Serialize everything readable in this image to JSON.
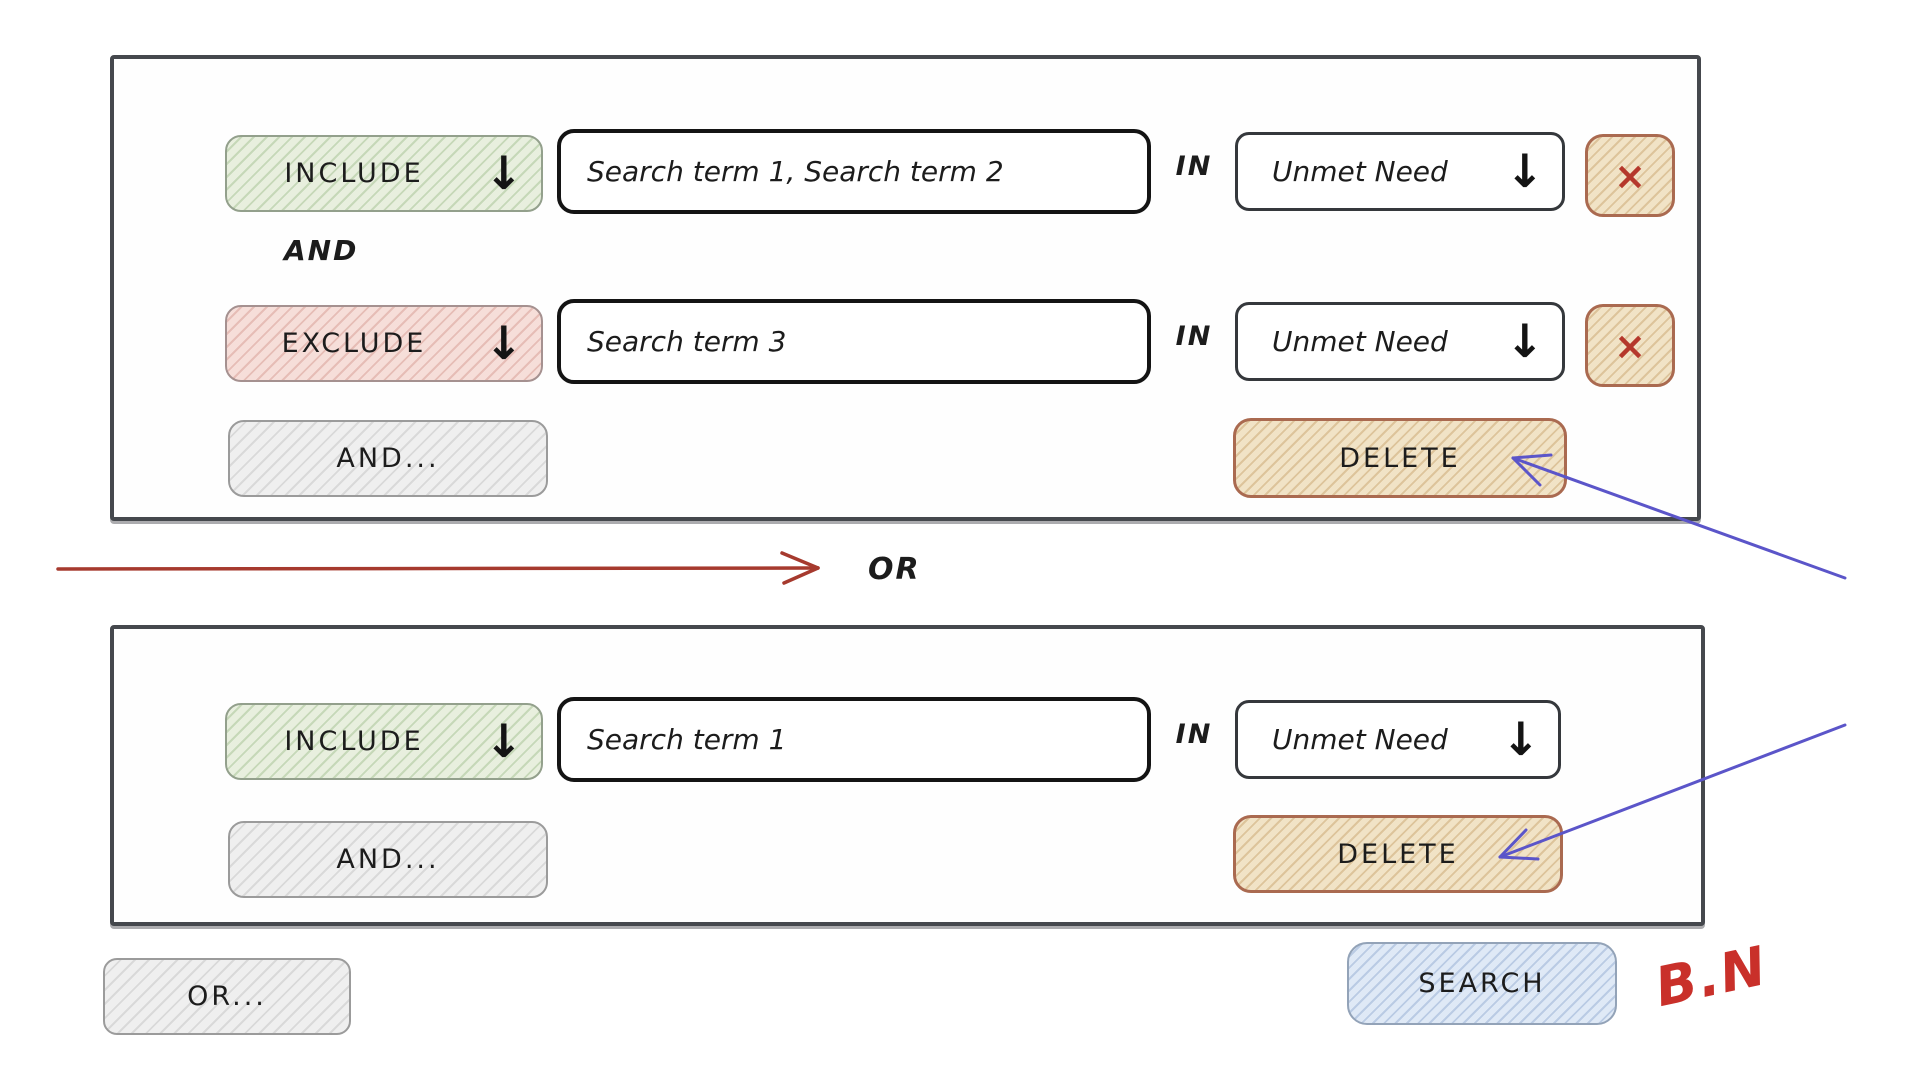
{
  "icons": {
    "dropdown_arrow": "↓",
    "remove": "×"
  },
  "colors": {
    "include_green": "#e8efde",
    "exclude_pink": "#f6ded9",
    "delete_tan": "#f1e3c6",
    "neutral_gray": "#efefef",
    "search_blue": "#dfe9f6",
    "flow_arrow_red": "#a63a2e",
    "annotation_arrow_blue": "#5b55c9",
    "signature_red": "#c9302a"
  },
  "group1": {
    "rows": [
      {
        "operator": "INCLUDE",
        "terms": "Search term 1, Search term 2",
        "in_label": "IN",
        "field": "Unmet Need"
      },
      {
        "operator": "EXCLUDE",
        "terms": "Search term 3",
        "in_label": "IN",
        "field": "Unmet Need"
      }
    ],
    "connector": "AND",
    "add_condition": "AND...",
    "delete": "DELETE"
  },
  "group_connector": "OR",
  "group2": {
    "rows": [
      {
        "operator": "INCLUDE",
        "terms": "Search term 1",
        "in_label": "IN",
        "field": "Unmet Need"
      }
    ],
    "add_condition": "AND...",
    "delete": "DELETE"
  },
  "footer": {
    "add_group": "OR...",
    "search": "SEARCH"
  },
  "signature": "B.N"
}
